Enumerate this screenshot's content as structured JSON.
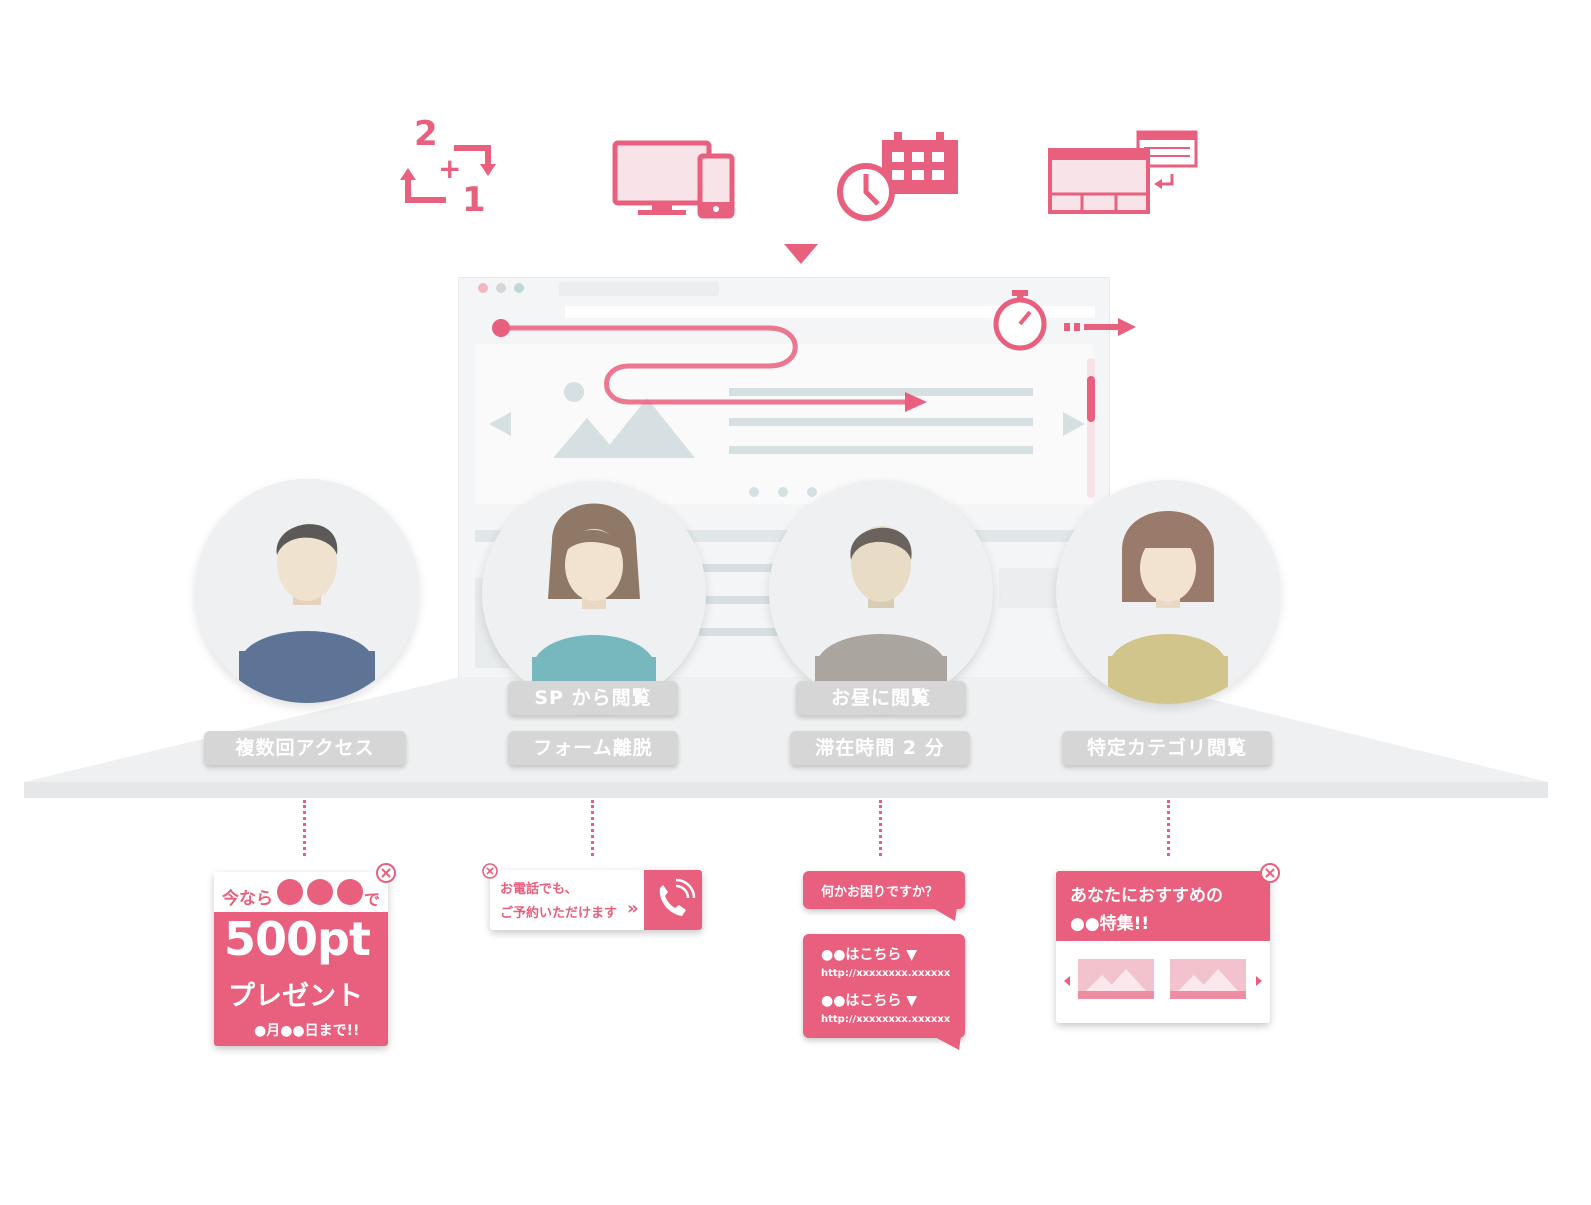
{
  "icons": {
    "repeat": "repeat-visit-icon",
    "devices": "devices-icon",
    "schedule": "clock-calendar-icon",
    "windows": "browser-windows-icon",
    "stopwatch": "stopwatch-icon"
  },
  "repeat_icon_numbers": {
    "top": "2",
    "plus": "+",
    "bottom": "1"
  },
  "colors": {
    "accent": "#e8607d",
    "accent_light": "#f8e3e8",
    "pill_gray": "#d6d6d6",
    "browser_bg": "#f4f5f6",
    "placeholder": "#d6e0e3"
  },
  "conditions": [
    {
      "label": "複数回アクセス"
    },
    {
      "label": "SP から閲覧"
    },
    {
      "label": "フォーム離脱"
    },
    {
      "label": "お昼に閲覧"
    },
    {
      "label": "滞在時間 2 分"
    },
    {
      "label": "特定カテゴリ閲覧"
    }
  ],
  "popup_points": {
    "line1_prefix": "今なら",
    "line1_suffix": "で",
    "big": "500pt",
    "present": "プレゼント",
    "deadline": "●月●●日まで!!"
  },
  "popup_phone": {
    "line1": "お電話でも、",
    "line2": "ご予約いただけます",
    "arrow": "»"
  },
  "popup_chat": {
    "question": "何かお困りですか？",
    "link1_label": "●●はこちら ▼",
    "link1_url": "http://xxxxxxxx.xxxxxx",
    "link2_label": "●●はこちら ▼",
    "link2_url": "http://xxxxxxxx.xxxxxx"
  },
  "popup_recommend": {
    "line1": "あなたにおすすめの",
    "line2": "●●特集!!"
  }
}
